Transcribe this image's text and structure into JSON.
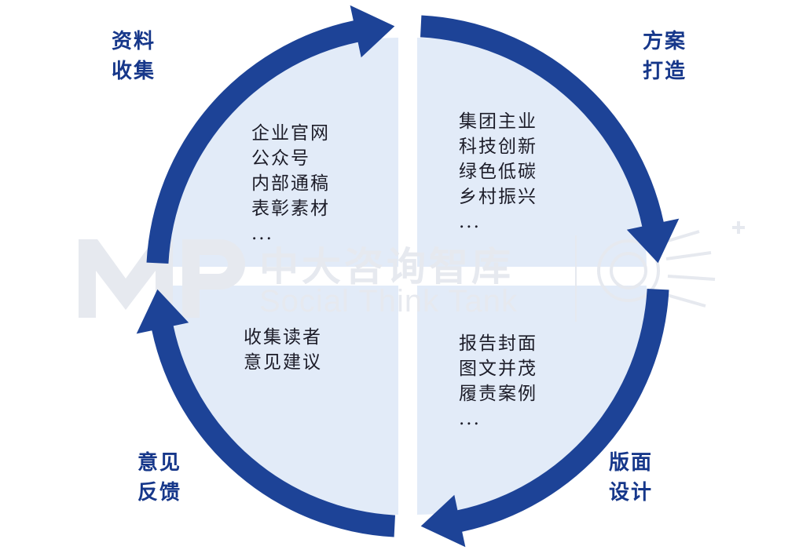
{
  "stages": [
    {
      "id": "collect",
      "title_lines": [
        "资料",
        "收集"
      ],
      "items": [
        "企业官网",
        "公众号",
        "内部通稿",
        "表彰素材",
        "..."
      ]
    },
    {
      "id": "plan",
      "title_lines": [
        "方案",
        "打造"
      ],
      "items": [
        "集团主业",
        "科技创新",
        "绿色低碳",
        "乡村振兴",
        "..."
      ]
    },
    {
      "id": "design",
      "title_lines": [
        "版面",
        "设计"
      ],
      "items": [
        "报告封面",
        "图文并茂",
        "履责案例",
        "..."
      ]
    },
    {
      "id": "feedback",
      "title_lines": [
        "意见",
        "反馈"
      ],
      "items": [
        "收集读者",
        "意见建议"
      ]
    }
  ],
  "watermark": {
    "logo": "MP",
    "cn": "中大咨询智库",
    "en": "Social Think Tank"
  },
  "colors": {
    "arrow": "#1d4397",
    "quadrant_fill": "#e2ebf8",
    "label": "#16378a",
    "text": "#1c1c28",
    "watermark": "#e6e9ef"
  }
}
